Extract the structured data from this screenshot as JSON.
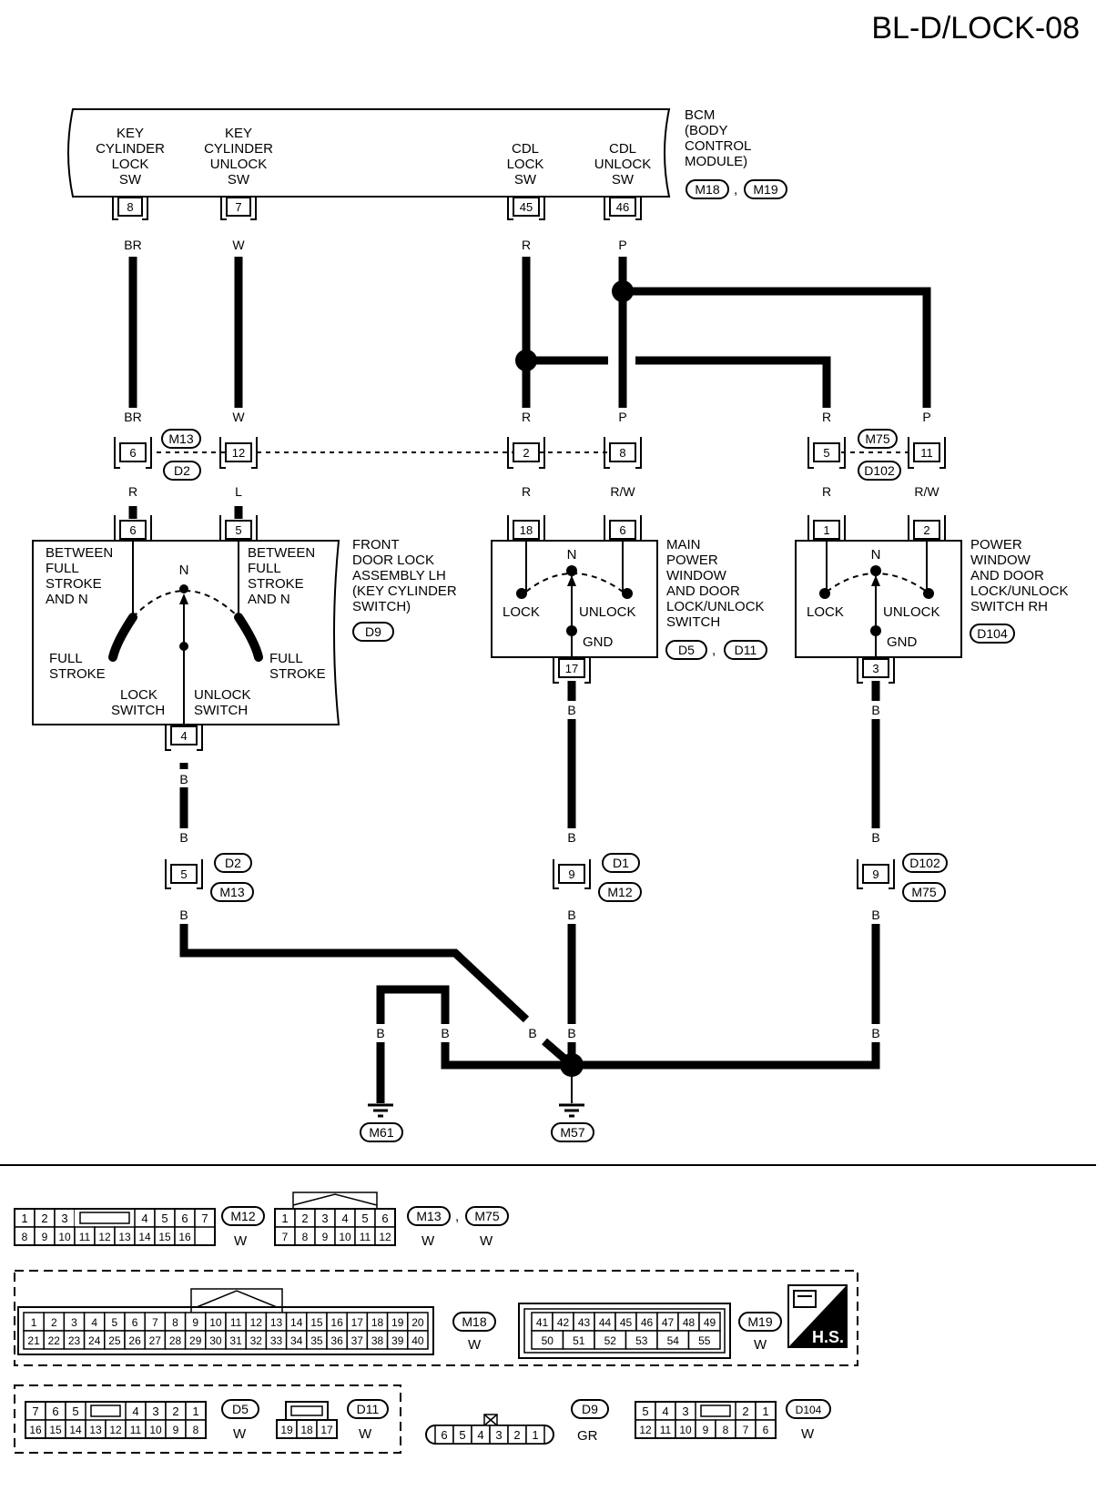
{
  "page_title": "BL-D/LOCK-08",
  "bcm": {
    "name_lines": [
      "BCM",
      "(BODY",
      "CONTROL",
      "MODULE)"
    ],
    "connectors": [
      "M18",
      "M19"
    ],
    "terminals": [
      {
        "label_lines": [
          "KEY",
          "CYLINDER",
          "LOCK",
          "SW"
        ],
        "pin": "8"
      },
      {
        "label_lines": [
          "KEY",
          "CYLINDER",
          "UNLOCK",
          "SW"
        ],
        "pin": "7"
      },
      {
        "label_lines": [
          "CDL",
          "LOCK",
          "SW"
        ],
        "pin": "45"
      },
      {
        "label_lines": [
          "CDL",
          "UNLOCK",
          "SW"
        ],
        "pin": "46"
      }
    ]
  },
  "wire_colors": {
    "br": "BR",
    "w": "W",
    "r": "R",
    "p": "P",
    "l": "L",
    "rw": "R/W",
    "b": "B"
  },
  "inline_connectors": {
    "m13_d2": {
      "tags": [
        "M13",
        "D2"
      ],
      "pins": [
        "6",
        "12",
        "2",
        "8"
      ]
    },
    "m75_d102": {
      "tags": [
        "M75",
        "D102"
      ],
      "pins": [
        "5",
        "11"
      ]
    },
    "d2_m13_ground": {
      "tags": [
        "D2",
        "M13"
      ],
      "pin": "5"
    },
    "d1_m12": {
      "tags": [
        "D1",
        "M12"
      ],
      "pin": "9"
    },
    "d102_m75": {
      "tags": [
        "D102",
        "M75"
      ],
      "pin": "9"
    }
  },
  "front_door_lock": {
    "name_lines": [
      "FRONT",
      "DOOR LOCK",
      "ASSEMBLY LH",
      "(KEY CYLINDER",
      "SWITCH)"
    ],
    "connector": "D9",
    "pins": [
      "6",
      "5",
      "4"
    ],
    "left_text": [
      "BETWEEN",
      "FULL",
      "STROKE",
      "AND N"
    ],
    "right_text": [
      "BETWEEN",
      "FULL",
      "STROKE",
      "AND N"
    ],
    "n": "N",
    "full_left": [
      "FULL",
      "STROKE"
    ],
    "full_right": [
      "FULL",
      "STROKE"
    ],
    "lock_switch": [
      "LOCK",
      "SWITCH"
    ],
    "unlock_switch": [
      "UNLOCK",
      "SWITCH"
    ]
  },
  "main_switch": {
    "name_lines": [
      "MAIN",
      "POWER",
      "WINDOW",
      "AND DOOR",
      "LOCK/UNLOCK",
      "SWITCH"
    ],
    "connectors": [
      "D5",
      "D11"
    ],
    "pins": [
      "18",
      "6",
      "17"
    ],
    "n": "N",
    "lock": "LOCK",
    "unlock": "UNLOCK",
    "gnd": "GND"
  },
  "rh_switch": {
    "name_lines": [
      "POWER",
      "WINDOW",
      "AND DOOR",
      "LOCK/UNLOCK",
      "SWITCH RH"
    ],
    "connector": "D104",
    "pins": [
      "1",
      "2",
      "3"
    ],
    "n": "N",
    "lock": "LOCK",
    "unlock": "UNLOCK",
    "gnd": "GND"
  },
  "grounds": [
    "M61",
    "M57"
  ],
  "connector_views": {
    "m12": {
      "tag": "M12",
      "color": "W",
      "row1": [
        "1",
        "2",
        "3",
        "",
        "4",
        "5",
        "6",
        "7"
      ],
      "row2": [
        "8",
        "9",
        "10",
        "11",
        "12",
        "13",
        "14",
        "15",
        "16"
      ]
    },
    "m13": {
      "tags": [
        "M13",
        "M75"
      ],
      "colors": [
        "W",
        "W"
      ],
      "row1": [
        "1",
        "2",
        "3",
        "4",
        "5",
        "6"
      ],
      "row2": [
        "7",
        "8",
        "9",
        "10",
        "11",
        "12"
      ]
    },
    "m18": {
      "tag": "M18",
      "color": "W",
      "row1": [
        "1",
        "2",
        "3",
        "4",
        "5",
        "6",
        "7",
        "8",
        "9",
        "10",
        "11",
        "12",
        "13",
        "14",
        "15",
        "16",
        "17",
        "18",
        "19",
        "20"
      ],
      "row2": [
        "21",
        "22",
        "23",
        "24",
        "25",
        "26",
        "27",
        "28",
        "29",
        "30",
        "31",
        "32",
        "33",
        "34",
        "35",
        "36",
        "37",
        "38",
        "39",
        "40"
      ]
    },
    "m19": {
      "tag": "M19",
      "color": "W",
      "row1": [
        "41",
        "42",
        "43",
        "44",
        "45",
        "46",
        "47",
        "48",
        "49"
      ],
      "row2": [
        "50",
        "51",
        "52",
        "53",
        "54",
        "55"
      ]
    },
    "hs": "H.S.",
    "d5": {
      "tag": "D5",
      "color": "W",
      "row1": [
        "7",
        "6",
        "5",
        "",
        "4",
        "3",
        "2",
        "1"
      ],
      "row2": [
        "16",
        "15",
        "14",
        "13",
        "12",
        "11",
        "10",
        "9",
        "8"
      ]
    },
    "d11": {
      "tag": "D11",
      "color": "W",
      "row2": [
        "19",
        "18",
        "17"
      ]
    },
    "d9": {
      "tag": "D9",
      "color": "GR",
      "row": [
        "6",
        "5",
        "4",
        "3",
        "2",
        "1"
      ]
    },
    "d104": {
      "tag": "D104",
      "color": "W",
      "row1": [
        "5",
        "4",
        "3",
        "",
        "2",
        "1"
      ],
      "row2": [
        "12",
        "11",
        "10",
        "9",
        "8",
        "7",
        "6"
      ]
    }
  }
}
